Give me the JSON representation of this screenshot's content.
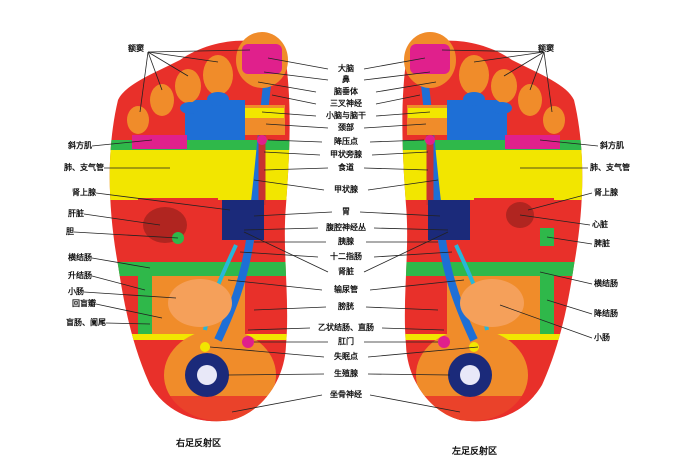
{
  "title_left": "右足反射区",
  "title_right": "左足反射区",
  "center_labels": [
    "大脑",
    "鼻",
    "脑垂体",
    "三叉神经",
    "小脑与脑干",
    "颈部",
    "降压点",
    "甲状旁腺",
    "食道",
    "甲状腺",
    "胃",
    "腹腔神经丛",
    "胰腺",
    "十二指肠",
    "肾脏",
    "输尿管",
    "膀胱",
    "乙状结肠、直肠",
    "肛门",
    "失眠点",
    "生殖腺",
    "坐骨神经"
  ],
  "left_labels": {
    "sinus": "额窦",
    "trapezius": "斜方肌",
    "lung": "肺、支气管",
    "adrenal": "肾上腺",
    "liver": "肝脏",
    "gallbladder": "胆",
    "transverse_colon": "横结肠",
    "ascending_colon": "升结肠",
    "small_intestine": "小肠",
    "ileocecal": "回盲瓣",
    "cecum": "盲肠、阑尾"
  },
  "right_labels": {
    "sinus": "额窦",
    "trapezius": "斜方肌",
    "lung": "肺、支气管",
    "adrenal": "肾上腺",
    "heart": "心脏",
    "spleen": "脾脏",
    "transverse_colon": "横结肠",
    "descending_colon": "降结肠",
    "small_intestine": "小肠"
  },
  "colors": {
    "foot_red": "#e8302a",
    "heel_orange": "#f08c2a",
    "yellow": "#f2e600",
    "green": "#2fb84a",
    "blue": "#1e6fd6",
    "magenta": "#e0208c",
    "cyan": "#28b6d9",
    "navy": "#1b2a7a",
    "organ_red": "#c83230"
  }
}
